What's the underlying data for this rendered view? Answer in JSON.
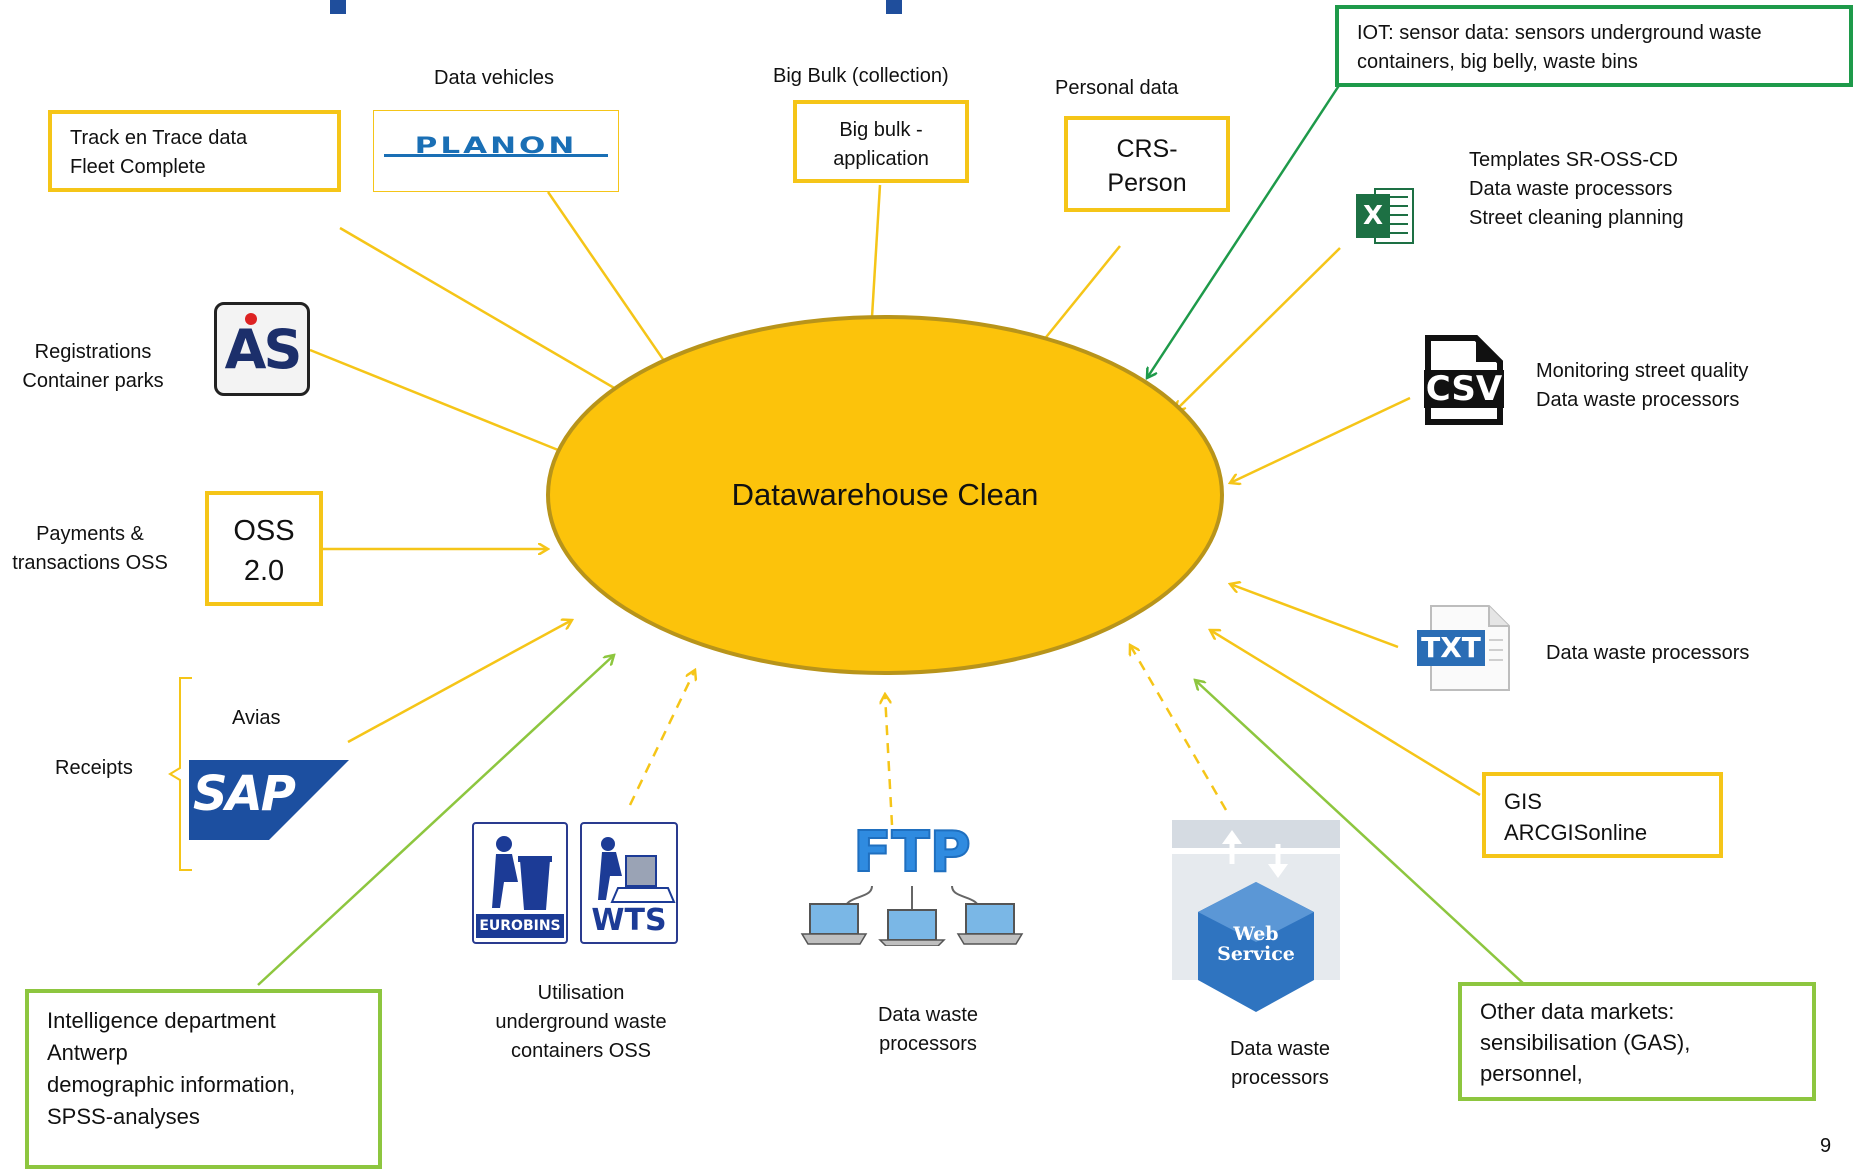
{
  "slide": {
    "page_number": "9"
  },
  "center": {
    "label": "Datawarehouse Clean"
  },
  "sources": {
    "track": {
      "lines": [
        "Track en Trace  data",
        "Fleet Complete"
      ]
    },
    "planon": {
      "caption": "Data vehicles",
      "logo_text": "PLANON"
    },
    "bigbulk": {
      "caption": "Big Bulk (collection)",
      "lines": [
        "Big bulk -",
        "application"
      ]
    },
    "crs": {
      "caption": "Personal data",
      "lines": [
        "CRS-",
        "Person"
      ]
    },
    "iot": {
      "lines": [
        "IOT: sensor data: sensors underground waste",
        "containers, big belly, waste bins"
      ]
    },
    "templates": {
      "lines": [
        "Templates SR-OSS-CD",
        "Data waste processors",
        "Street cleaning planning"
      ],
      "icon": "excel-icon",
      "icon_text": "X"
    },
    "csv": {
      "lines": [
        "Monitoring street quality",
        "Data waste processors"
      ],
      "icon": "csv-file-icon",
      "icon_text": "CSV"
    },
    "txt": {
      "lines": [
        "Data waste processors"
      ],
      "icon": "txt-file-icon",
      "icon_text": "TXT"
    },
    "gis": {
      "lines": [
        "GIS",
        "ARCGISonline"
      ]
    },
    "other": {
      "lines": [
        "Other data markets:",
        "sensibilisation (GAS),",
        "personnel,"
      ]
    },
    "webservice": {
      "caption": [
        "Data waste",
        "processors"
      ],
      "logo_lines": [
        "Web",
        "Service"
      ]
    },
    "ftp": {
      "caption": [
        "Data waste",
        "processors"
      ],
      "logo_text": "FTP"
    },
    "bins": {
      "caption": [
        "Utilisation",
        "underground waste",
        "containers OSS"
      ],
      "logo_left": "EUROBINS",
      "logo_right": "WTS"
    },
    "intel": {
      "lines": [
        "Intelligence department",
        "Antwerp",
        "demographic information,",
        "SPSS-analyses"
      ]
    },
    "receipts": {
      "label": "Receipts",
      "avias": "Avias",
      "logo_text": "SAP"
    },
    "oss": {
      "caption": [
        "Payments &",
        "transactions OSS"
      ],
      "lines": [
        "OSS",
        "2.0"
      ]
    },
    "registrations": {
      "caption": [
        "Registrations",
        "Container parks"
      ],
      "logo_text": "AS"
    }
  },
  "colors": {
    "yellow": "#f5c518",
    "ellipse_fill": "#fcc30b",
    "ellipse_stroke": "#b8941a",
    "light_green": "#8dc63f",
    "dark_green": "#1e9a4a",
    "title_blue": "#1f4e9c"
  }
}
